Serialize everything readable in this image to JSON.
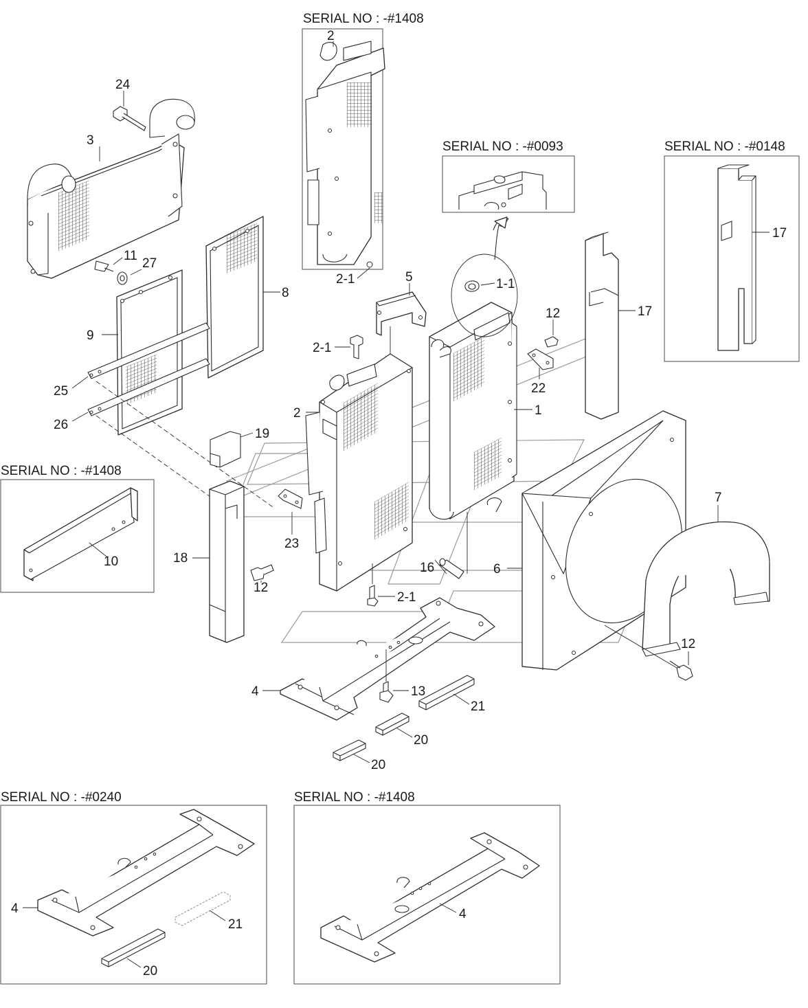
{
  "figure_title": "",
  "serial_notes": [
    {
      "id": "serial-top-radiator",
      "text": "SERIAL NO : -#1408"
    },
    {
      "id": "serial-cap-detail",
      "text": "SERIAL NO : -#0093"
    },
    {
      "id": "serial-seal",
      "text": "SERIAL NO : -#0148"
    },
    {
      "id": "serial-frame-seal",
      "text": "SERIAL NO : -#1408"
    },
    {
      "id": "serial-bracket-left",
      "text": "SERIAL NO : -#0240"
    },
    {
      "id": "serial-bracket-right",
      "text": "SERIAL NO : -#1408"
    }
  ],
  "callouts": {
    "c1": "1",
    "c1_1": "1-1",
    "c2_top": "2",
    "c2_main": "2",
    "c2_1_top": "2-1",
    "c2_1_bolt": "2-1",
    "c2_1_bottom": "2-1",
    "c3": "3",
    "c4_main": "4",
    "c4_left": "4",
    "c4_right": "4",
    "c5": "5",
    "c6": "6",
    "c7": "7",
    "c8": "8",
    "c9": "9",
    "c10": "10",
    "c11": "11",
    "c12_a": "12",
    "c12_b": "12",
    "c12_c": "12",
    "c13": "13",
    "c16": "16",
    "c17_main": "17",
    "c17_inset": "17",
    "c18": "18",
    "c19": "19",
    "c20_a": "20",
    "c20_b": "20",
    "c20_inset": "20",
    "c21_main": "21",
    "c21_inset": "21",
    "c22": "22",
    "c23": "23",
    "c24": "24",
    "c25": "25",
    "c26": "26",
    "c27": "27"
  },
  "icons": {
    "radiator": "radiator-core-icon",
    "oil-cooler": "oil-cooler-core-icon",
    "intercooler": "intercooler-icon",
    "shroud": "fan-shroud-icon",
    "guard": "fan-guard-icon",
    "bracket": "support-bracket-icon"
  },
  "colors": {
    "line": "#2a2a2a",
    "background": "#ffffff",
    "watermark": "#9a9a9a"
  }
}
